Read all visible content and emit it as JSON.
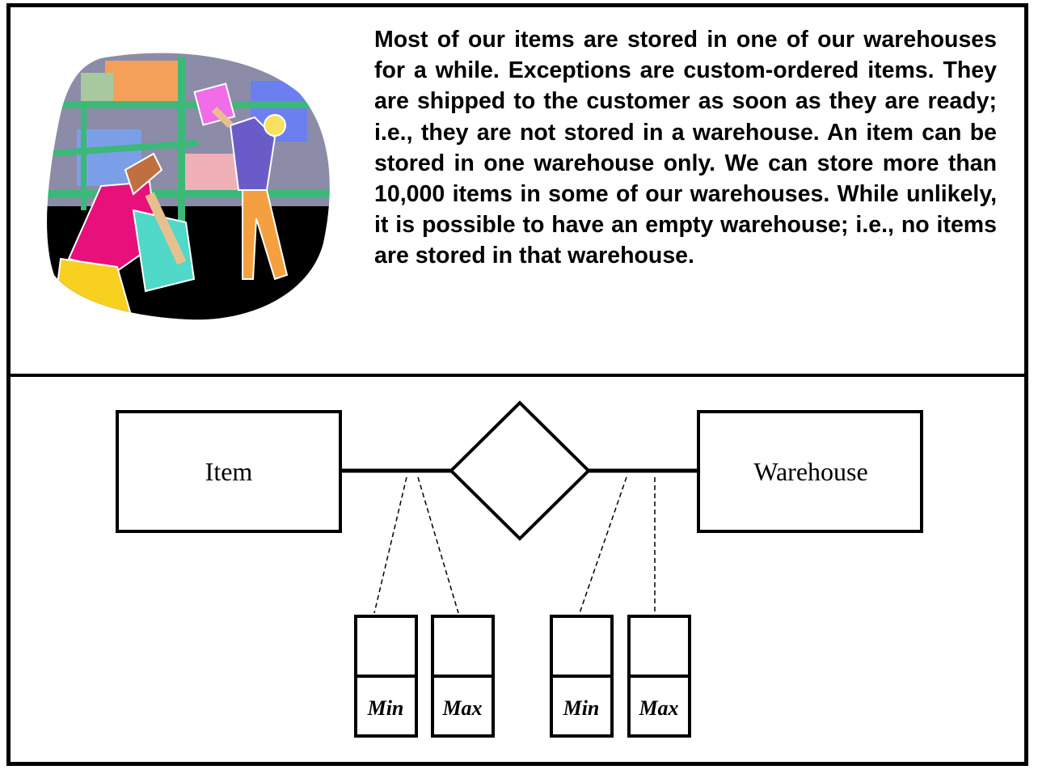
{
  "description": {
    "paragraph": "Most of our items are stored in one of our warehouses for a while.  Exceptions are custom-ordered items. They are shipped to the customer as soon as they are ready; i.e., they are not stored in a warehouse.  An item can be stored in one warehouse only. We can store more than 10,000 items in some of our warehouses. While unlikely, it is possible to have an empty warehouse; i.e., no items are stored in that warehouse."
  },
  "erd": {
    "entities": {
      "left": "Item",
      "right": "Warehouse"
    },
    "relationship": "",
    "cardinality": {
      "item_side": {
        "min_label": "Min",
        "max_label": "Max",
        "min_value": "",
        "max_value": ""
      },
      "warehouse_side": {
        "min_label": "Min",
        "max_label": "Max",
        "min_value": "",
        "max_value": ""
      }
    }
  }
}
